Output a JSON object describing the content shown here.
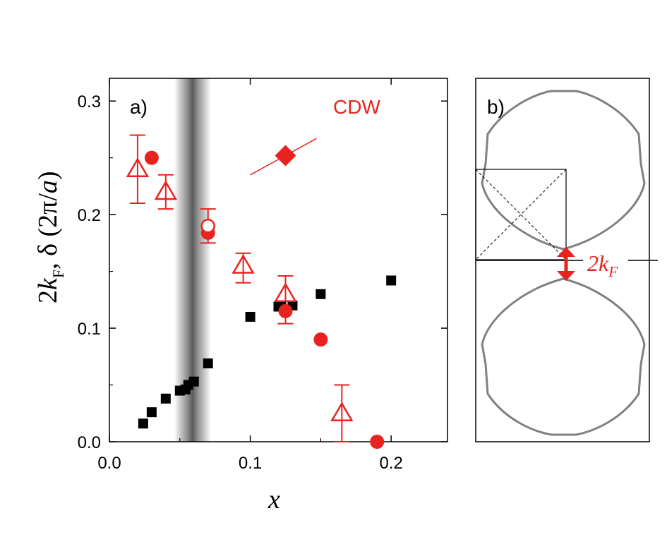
{
  "colors": {
    "red": "#e8231f",
    "black": "#000000",
    "gray_surface": "#808080"
  },
  "panel_a": {
    "label": "a)",
    "annotation": "CDW",
    "xlabel": "x",
    "ylabel_parts": [
      "2",
      "k",
      "F",
      ", δ (2π/",
      "a",
      ")"
    ]
  },
  "panel_b": {
    "label": "b)",
    "arrow_label_parts": [
      "2",
      "k",
      "F"
    ]
  },
  "chart_data": {
    "type": "scatter",
    "xlim": [
      0.0,
      0.24
    ],
    "ylim": [
      0.0,
      0.32
    ],
    "x_ticks": [
      0.0,
      0.1,
      0.2
    ],
    "x_tick_labels": [
      "0.0",
      "0.1",
      "0.2"
    ],
    "y_ticks": [
      0.0,
      0.1,
      0.2,
      0.3
    ],
    "y_tick_labels": [
      "0.0",
      "0.1",
      "0.2",
      "0.3"
    ],
    "shaded_band_center_x": 0.059,
    "series": [
      {
        "marker": "filled-square",
        "color": "#000000",
        "points": [
          [
            0.024,
            0.016
          ],
          [
            0.03,
            0.026
          ],
          [
            0.04,
            0.038
          ],
          [
            0.05,
            0.045
          ],
          [
            0.054,
            0.046
          ],
          [
            0.056,
            0.05
          ],
          [
            0.06,
            0.053
          ],
          [
            0.07,
            0.069
          ],
          [
            0.1,
            0.11
          ],
          [
            0.12,
            0.119
          ],
          [
            0.122,
            0.12
          ],
          [
            0.13,
            0.12
          ],
          [
            0.15,
            0.13
          ],
          [
            0.2,
            0.142
          ]
        ]
      },
      {
        "marker": "filled-circle",
        "color": "#e8231f",
        "points": [
          [
            0.03,
            0.25
          ],
          [
            0.07,
            0.184
          ],
          [
            0.125,
            0.115
          ],
          [
            0.15,
            0.09
          ],
          [
            0.19,
            0.0
          ]
        ]
      },
      {
        "marker": "open-circle",
        "color": "#e8231f",
        "points": [
          [
            0.07,
            0.19
          ]
        ]
      },
      {
        "marker": "open-triangle",
        "color": "#e8231f",
        "points": [
          [
            0.02,
            0.24
          ],
          [
            0.04,
            0.22
          ],
          [
            0.095,
            0.155
          ],
          [
            0.125,
            0.13
          ],
          [
            0.165,
            0.025
          ]
        ]
      },
      {
        "marker": "filled-diamond",
        "color": "#e8231f",
        "points": [
          [
            0.125,
            0.252
          ]
        ]
      }
    ],
    "error_bars": [
      {
        "x": 0.02,
        "low": 0.21,
        "high": 0.27
      },
      {
        "x": 0.04,
        "low": 0.205,
        "high": 0.235
      },
      {
        "x": 0.07,
        "low": 0.175,
        "high": 0.205
      },
      {
        "x": 0.095,
        "low": 0.14,
        "high": 0.166
      },
      {
        "x": 0.125,
        "low": 0.104,
        "high": 0.146
      },
      {
        "x": 0.165,
        "low": 0.0,
        "high": 0.05
      }
    ],
    "diamond_line": {
      "from": [
        0.1,
        0.235
      ],
      "to": [
        0.147,
        0.267
      ]
    }
  }
}
